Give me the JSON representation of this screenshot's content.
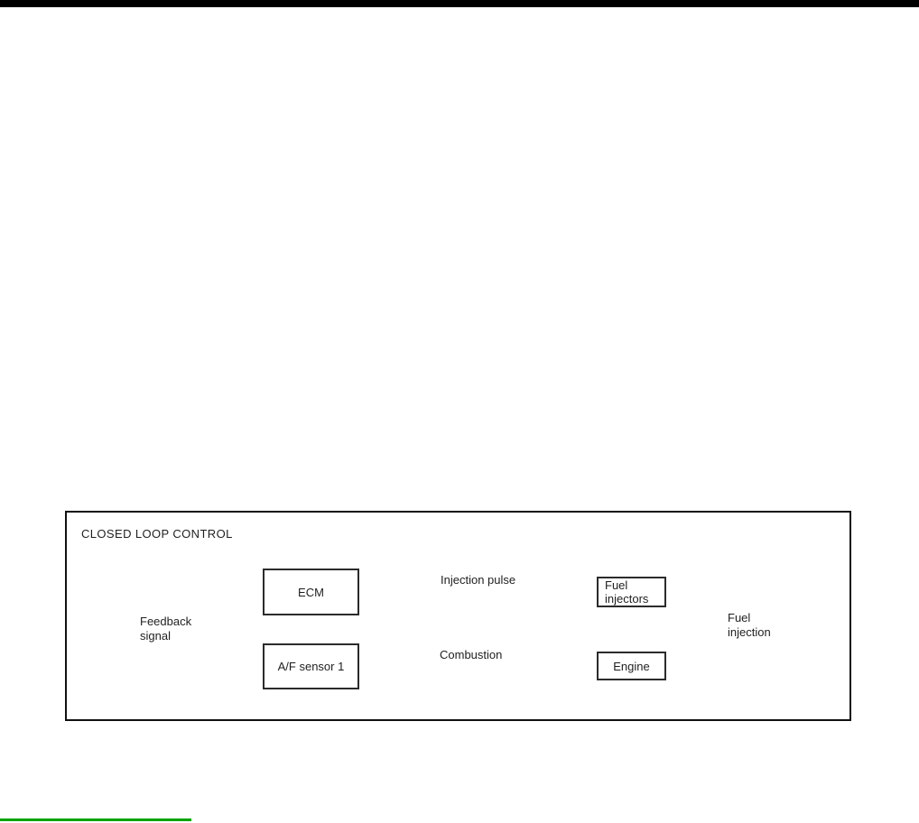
{
  "window": {
    "top_bar_color": "#000000"
  },
  "diagram": {
    "title": "CLOSED LOOP CONTROL",
    "nodes": {
      "ecm": {
        "label": "ECM"
      },
      "fuel_injectors": {
        "label": "Fuel injectors"
      },
      "af_sensor_1": {
        "label": "A/F sensor 1"
      },
      "engine": {
        "label": "Engine"
      }
    },
    "edge_labels": {
      "injection_pulse": "Injection pulse",
      "fuel_injection": "Fuel injection",
      "combustion": "Combustion",
      "feedback_signal": "Feedback signal"
    }
  },
  "footer": {
    "green_rule_color": "#00a400"
  },
  "colors": {
    "connector": "#4d4d4d",
    "box_border": "#2b2b2b",
    "text": "#1f1f1f"
  }
}
